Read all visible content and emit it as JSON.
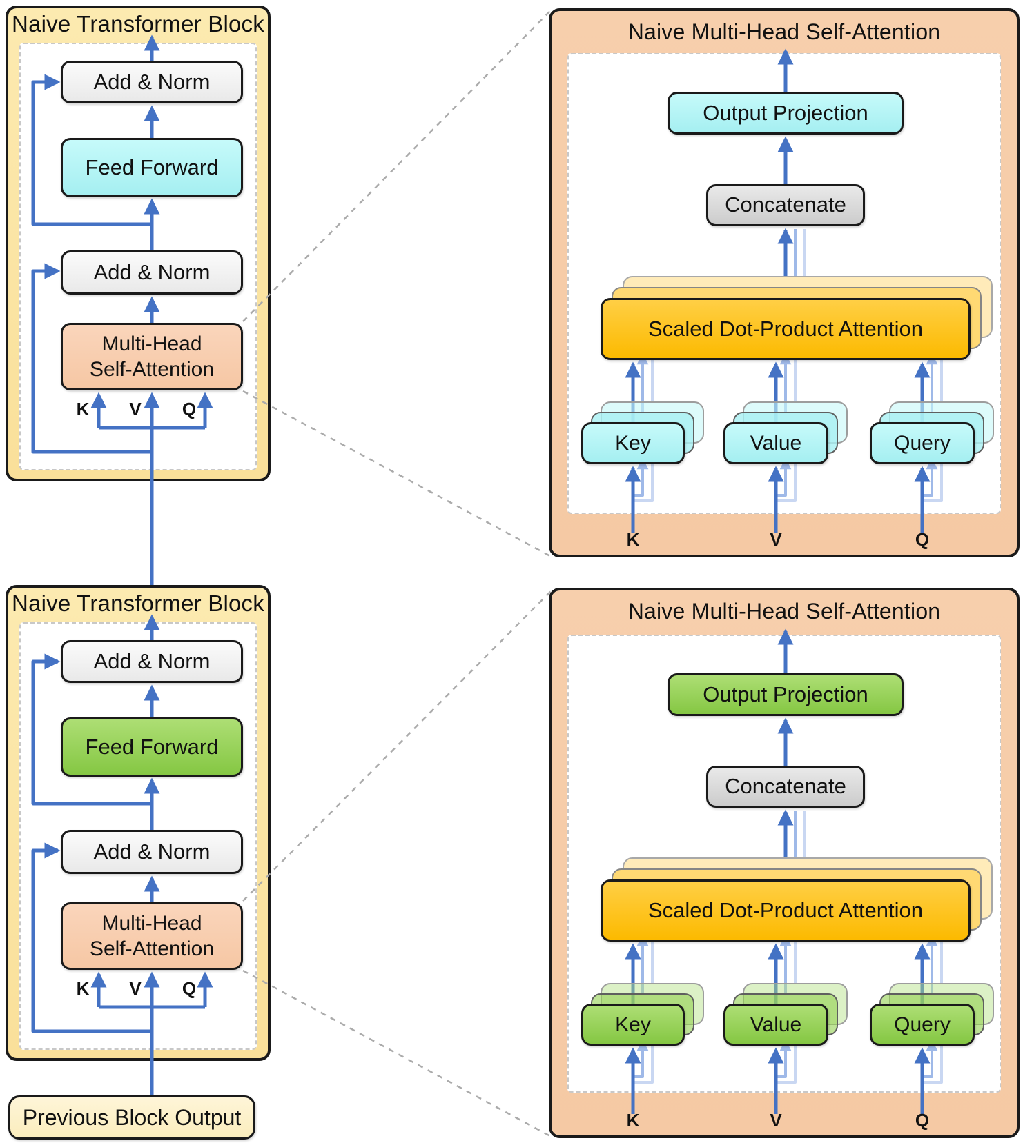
{
  "left_column": {
    "top_block": {
      "title": "Naive Transformer Block",
      "add_norm_top": "Add & Norm",
      "feed_forward": "Feed Forward",
      "add_norm_bottom": "Add & Norm",
      "mhsa_line1": "Multi-Head",
      "mhsa_line2": "Self-Attention",
      "k": "K",
      "v": "V",
      "q": "Q"
    },
    "bottom_block": {
      "title": "Naive Transformer Block",
      "add_norm_top": "Add & Norm",
      "feed_forward": "Feed Forward",
      "add_norm_bottom": "Add & Norm",
      "mhsa_line1": "Multi-Head",
      "mhsa_line2": "Self-Attention",
      "k": "K",
      "v": "V",
      "q": "Q"
    },
    "previous_block_output": "Previous Block Output"
  },
  "right_column": {
    "top_panel": {
      "title": "Naive Multi-Head Self-Attention",
      "output_projection": "Output Projection",
      "concatenate": "Concatenate",
      "scaled_dot_product": "Scaled Dot-Product Attention",
      "key": "Key",
      "value": "Value",
      "query": "Query",
      "k": "K",
      "v": "V",
      "q": "Q"
    },
    "bottom_panel": {
      "title": "Naive Multi-Head Self-Attention",
      "output_projection": "Output Projection",
      "concatenate": "Concatenate",
      "scaled_dot_product": "Scaled Dot-Product Attention",
      "key": "Key",
      "value": "Value",
      "query": "Query",
      "k": "K",
      "v": "V",
      "q": "Q"
    }
  },
  "colors": {
    "arrow_blue": "#4472C4",
    "ghost_arrow_blue": "#9FB9E8",
    "block_yellow": "#FBE5A3",
    "panel_peach": "#F6CDAB",
    "mhsa_peach": "#F8CBAD",
    "cyan": "#AEF4F6",
    "green": "#92D050",
    "gold": "#FFC000",
    "concatenate_gray": "#D9D9D9",
    "add_norm_gray": "#F2F2F2",
    "previous_output_yellow": "#FDF2CC",
    "zoom_link_gray": "#ABABAB"
  }
}
